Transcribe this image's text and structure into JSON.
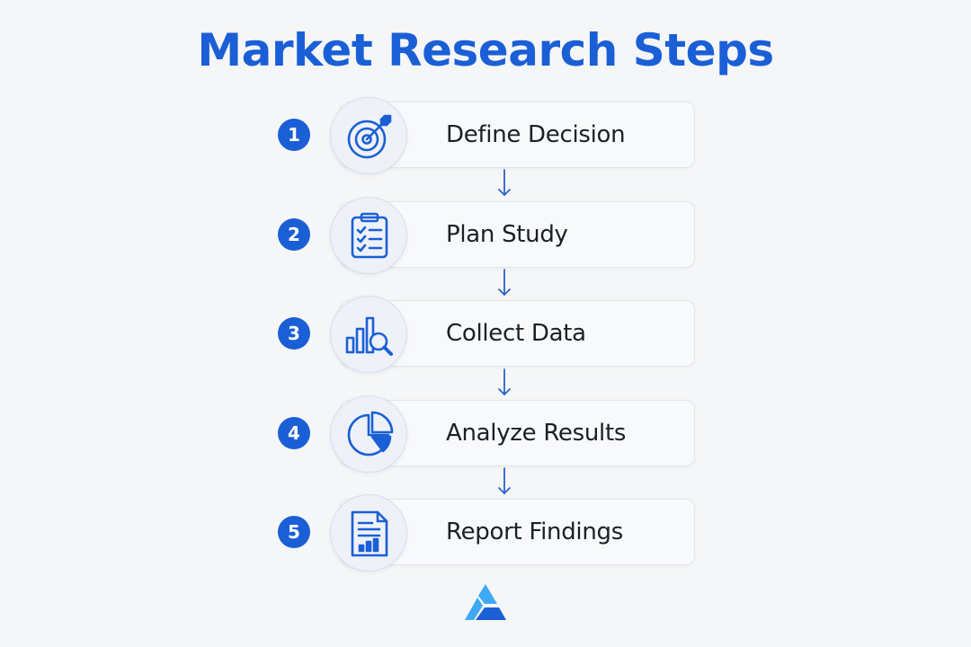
{
  "title": "Market Research Steps",
  "steps": [
    {
      "number": "1",
      "label": "Define Decision",
      "icon": "target-icon"
    },
    {
      "number": "2",
      "label": "Plan Study",
      "icon": "clipboard-checklist-icon"
    },
    {
      "number": "3",
      "label": "Collect Data",
      "icon": "bar-chart-magnifier-icon"
    },
    {
      "number": "4",
      "label": "Analyze Results",
      "icon": "pie-chart-icon"
    },
    {
      "number": "5",
      "label": "Report Findings",
      "icon": "report-document-icon"
    }
  ],
  "colors": {
    "accent": "#1a5fd6",
    "background": "#f5f6f7",
    "text": "#1b1f27",
    "logo_light": "#3fa9f5",
    "logo_dark": "#1a5fd6"
  },
  "logo": "brand-logo-icon"
}
